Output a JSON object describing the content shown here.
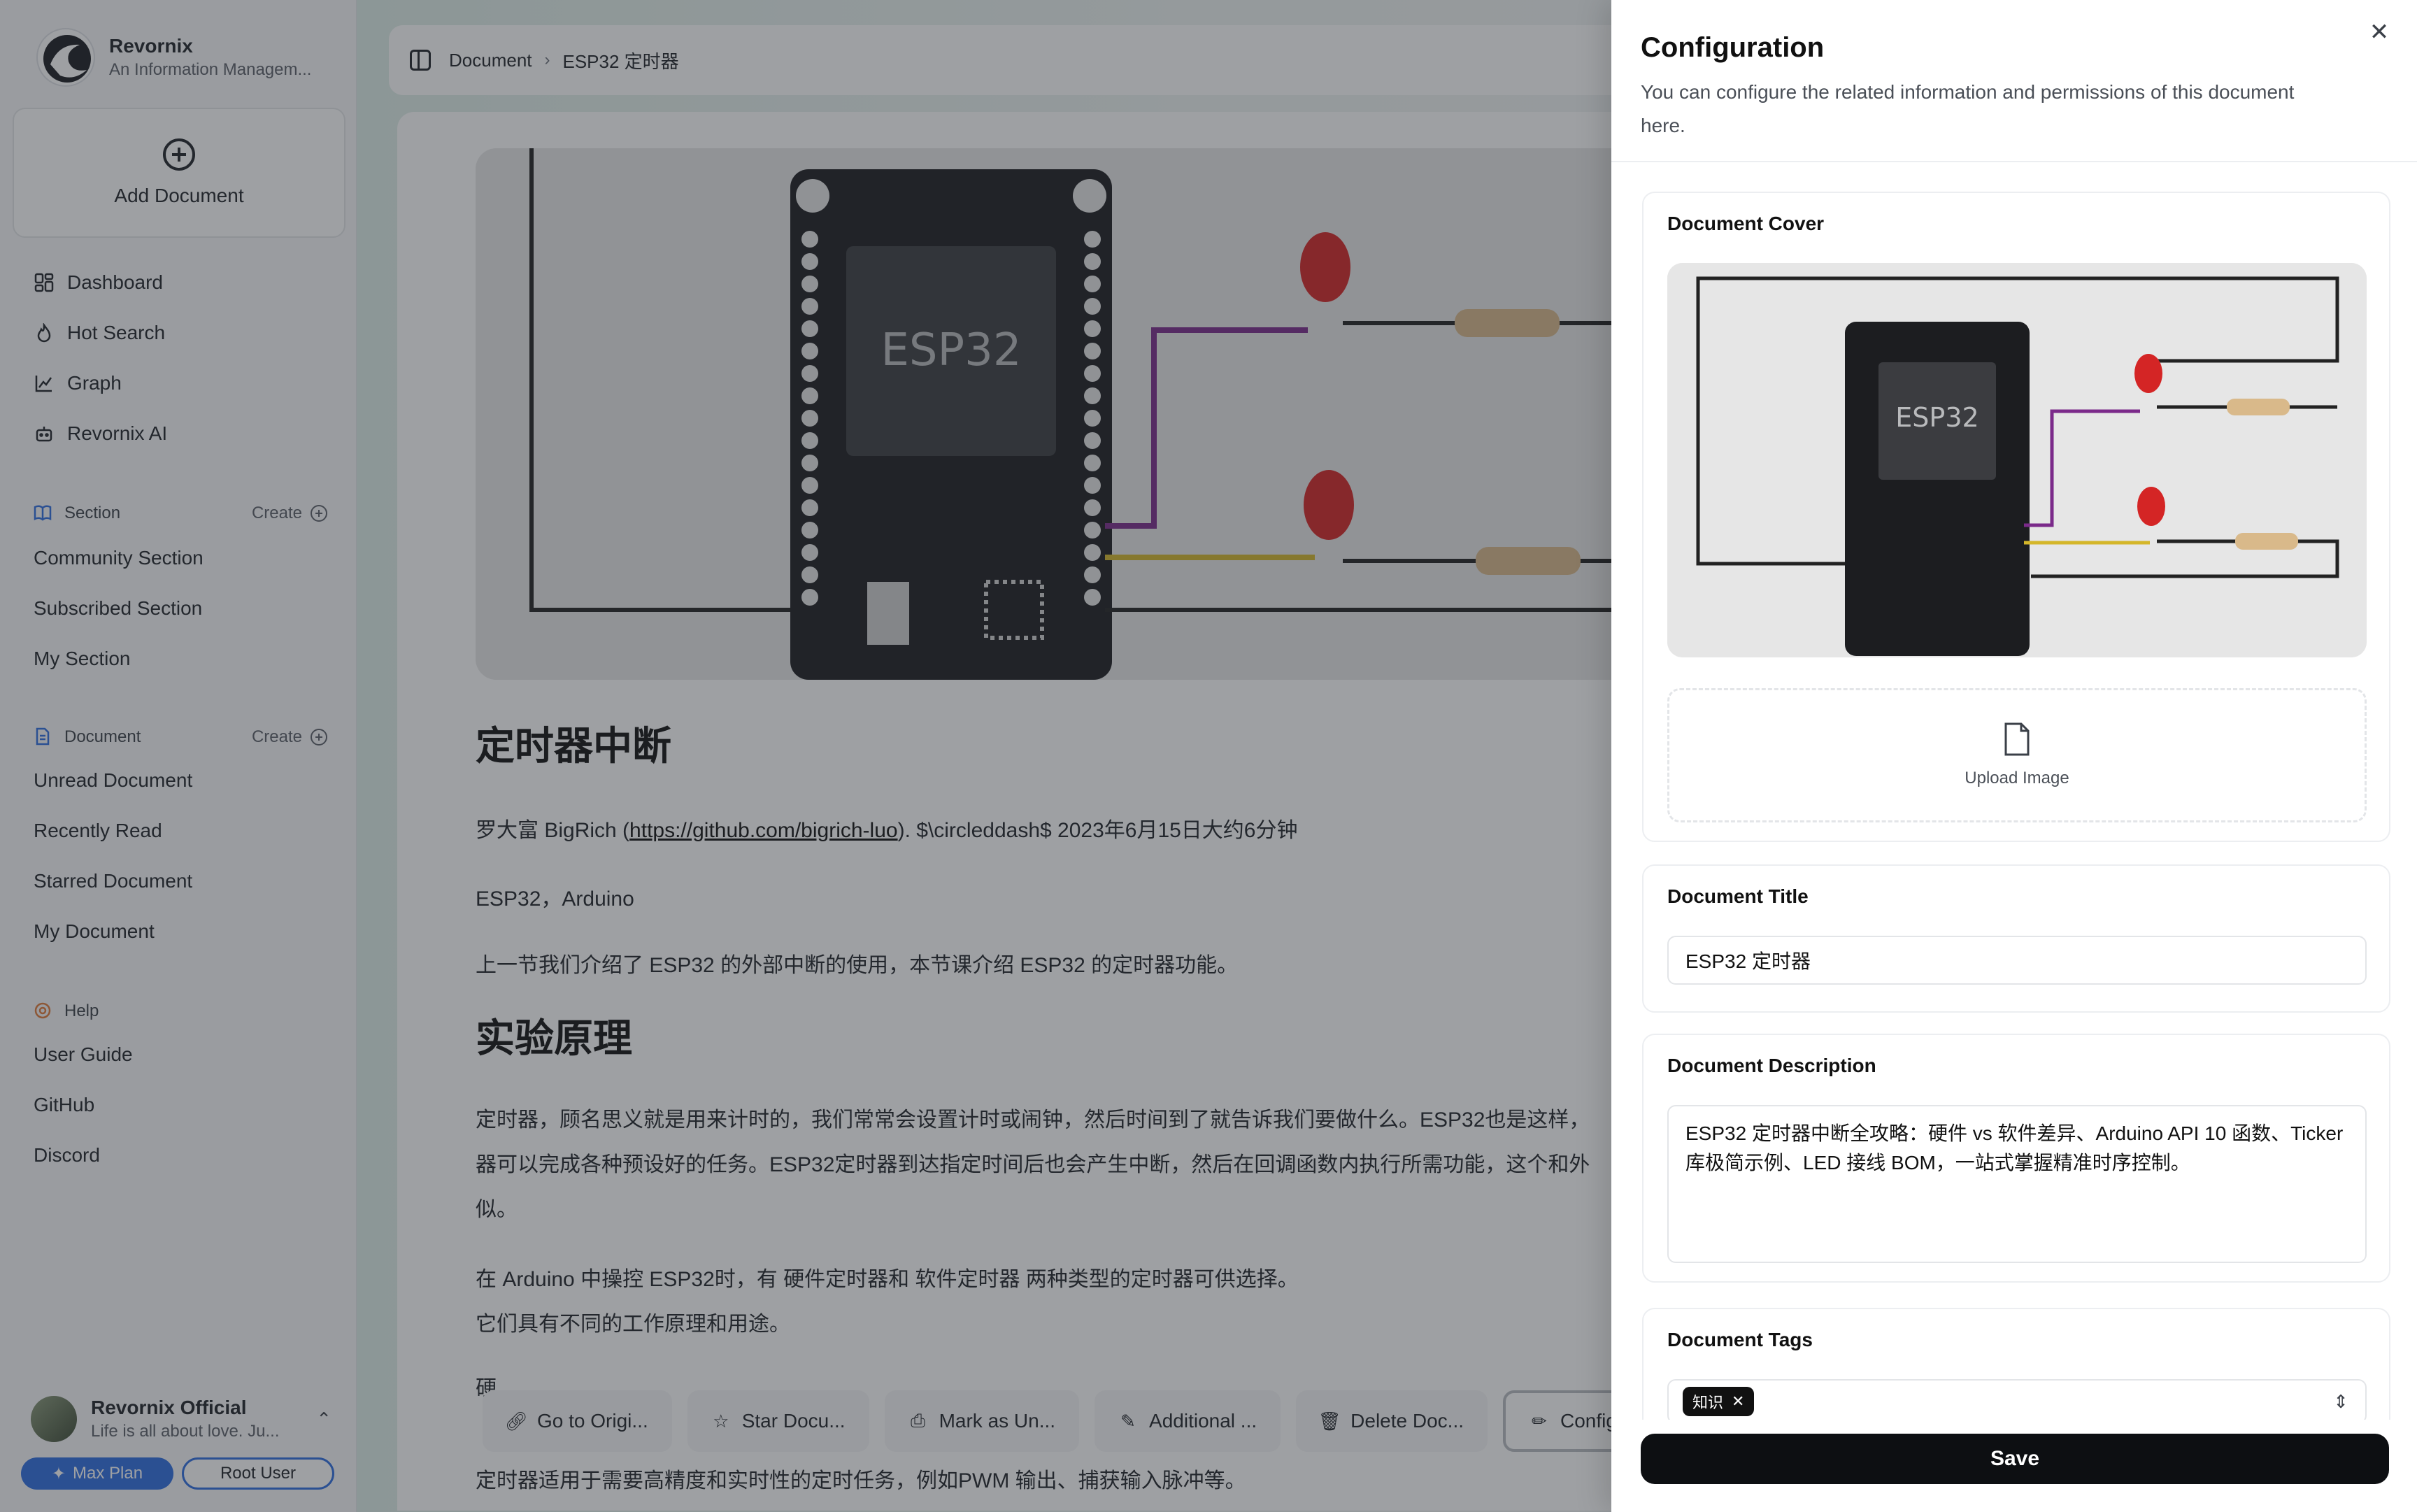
{
  "brand": {
    "name": "Revornix",
    "subtitle": "An Information Managem..."
  },
  "sidebar": {
    "add_document": "Add Document",
    "nav": [
      {
        "label": "Dashboard",
        "icon": "dashboard-icon"
      },
      {
        "label": "Hot Search",
        "icon": "flame-icon"
      },
      {
        "label": "Graph",
        "icon": "graph-icon"
      },
      {
        "label": "Revornix AI",
        "icon": "robot-icon"
      }
    ],
    "section_group": {
      "label": "Section",
      "create": "Create",
      "items": [
        "Community Section",
        "Subscribed Section",
        "My Section"
      ]
    },
    "document_group": {
      "label": "Document",
      "create": "Create",
      "items": [
        "Unread Document",
        "Recently Read",
        "Starred Document",
        "My Document"
      ]
    },
    "help_group": {
      "label": "Help",
      "items": [
        "User Guide",
        "GitHub",
        "Discord"
      ]
    },
    "user": {
      "name": "Revornix Official",
      "bio": "Life is all about love. Ju...",
      "plan": "Max Plan",
      "role": "Root User"
    }
  },
  "header": {
    "breadcrumb": [
      "Document",
      "ESP32 定时器"
    ]
  },
  "document": {
    "cover_chip_label": "ESP32",
    "heading1": "定时器中断",
    "author_line_prefix": "罗大富 BigRich (",
    "author_link": "https://github.com/bigrich-luo",
    "author_line_suffix": "). $\\circleddash$ 2023年6月15日大约6分钟",
    "tags_line": "ESP32，Arduino",
    "intro": "上一节我们介绍了 ESP32 的外部中断的使用，本节课介绍 ESP32 的定时器功能。",
    "heading2": "实验原理",
    "p1": "定时器，顾名思义就是用来计时的，我们常常会设置计时或闹钟，然后时间到了就告诉我们要做什么。ESP32也是这样，",
    "p2": "器可以完成各种预设好的任务。ESP32定时器到达指定时间后也会产生中断，然后在回调函数内执行所需功能，这个和外",
    "p3": "似。",
    "p4": "在 Arduino 中操控 ESP32时，有 硬件定时器和 软件定时器 两种类型的定时器可供选择。",
    "p5": "它们具有不同的工作原理和用途。",
    "p6": "硬",
    "p7": "定时器适用于需要高精度和实时性的定时任务，例如PWM 输出、捕获输入脉冲等。"
  },
  "actions": [
    {
      "label": "Go to Origi...",
      "icon": "link-icon"
    },
    {
      "label": "Star Docu...",
      "icon": "star-icon"
    },
    {
      "label": "Mark as Un...",
      "icon": "inbox-icon"
    },
    {
      "label": "Additional ...",
      "icon": "edit-note-icon"
    },
    {
      "label": "Delete Doc...",
      "icon": "trash-icon"
    },
    {
      "label": "Config",
      "icon": "pencil-icon"
    }
  ],
  "drawer": {
    "title": "Configuration",
    "description": "You can configure the related information and permissions of this document here.",
    "cover_label": "Document Cover",
    "upload_label": "Upload Image",
    "title_label": "Document Title",
    "title_value": "ESP32 定时器",
    "description_label": "Document Description",
    "description_value": "ESP32 定时器中断全攻略：硬件 vs 软件差异、Arduino API 10 函数、Ticker 库极简示例、LED 接线 BOM，一站式掌握精准时序控制。",
    "tags_label": "Document Tags",
    "tags": [
      "知识"
    ],
    "save_label": "Save"
  },
  "colors": {
    "accent": "#2f6de1",
    "primary_button": "#0d0f12",
    "overlay": "rgba(40,44,52,0.45)"
  }
}
